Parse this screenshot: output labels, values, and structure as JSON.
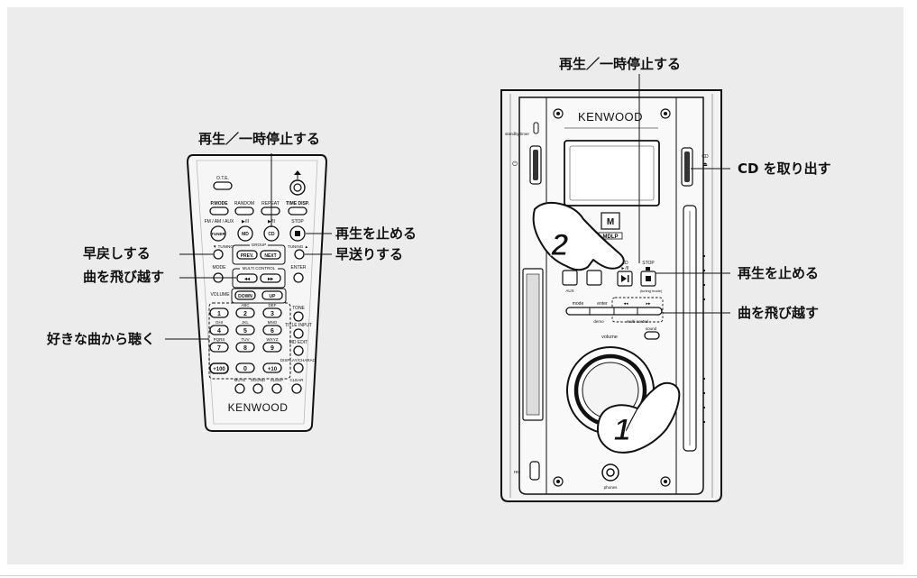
{
  "remote": {
    "brand": "KENWOOD",
    "buttons": {
      "otte": "O.T.E.",
      "power": "",
      "p_mode": "P.MODE",
      "random": "RANDOM",
      "repeat": "REPEAT",
      "time_disp": "TIME DISP.",
      "fm_am_aux": "FM / AM / AUX",
      "tuner": "TUNER",
      "md_top": "▶/II",
      "md": "MD",
      "cd_top": "▶/II",
      "cd": "CD",
      "stop": "STOP",
      "tuning_left": "▼ TUNING",
      "tuning_right": "TUNING ▲",
      "group": "GROUP",
      "prev": "PREV.",
      "next": "NEXT",
      "mode": "MODE",
      "multi_control": "MULTI CONTROL",
      "enter": "ENTER",
      "volume": "VOLUME",
      "down": "DOWN",
      "up": "UP",
      "tone": "TONE",
      "title_input": "TITLE INPUT",
      "md_edit": "MD EDIT",
      "display_char": "DISPLAY/CHARAC.",
      "mute": "MUTE",
      "sound": "SOUND",
      "sleep": "SLEEP",
      "clear": "CLEAR",
      "plus100": "+100",
      "plus10": "+10",
      "numbers": [
        "1",
        "2",
        "3",
        "4",
        "5",
        "6",
        "7",
        "8",
        "9",
        "0"
      ],
      "numpad_top_labels": [
        "ABC",
        "DEF"
      ],
      "numpad_labels": [
        "GHI",
        "JKL",
        "MNO",
        "PQRS",
        "TUV",
        "WXYZ"
      ]
    }
  },
  "unit": {
    "brand": "KENWOOD",
    "logo": "MDLP",
    "side_labels": {
      "standby_timer": "standby timer",
      "cd_eject": "CD",
      "rec": "rec"
    },
    "buttons": {
      "cd_play": "CD",
      "cd_play_sub": "►/II",
      "stop": "STOP",
      "tuning_mode": "(tuning mode)",
      "aux": "AUX",
      "mode": "mode",
      "enter": "enter",
      "demo": "demo",
      "multi_control": "multi control",
      "sound": "sound",
      "volume": "volume",
      "phones": "phones"
    },
    "hands": [
      "2",
      "1"
    ]
  },
  "callouts": {
    "remote_play_pause": "再生／一時停止する",
    "remote_stop": "再生を止める",
    "remote_rewind": "早戻しする",
    "remote_ffwd": "早送りする",
    "remote_skip": "曲を飛び越す",
    "remote_direct": "好きな曲から聴く",
    "unit_play_pause": "再生／一時停止する",
    "unit_eject": "CD を取り出す",
    "unit_stop": "再生を止める",
    "unit_skip": "曲を飛び越す"
  }
}
